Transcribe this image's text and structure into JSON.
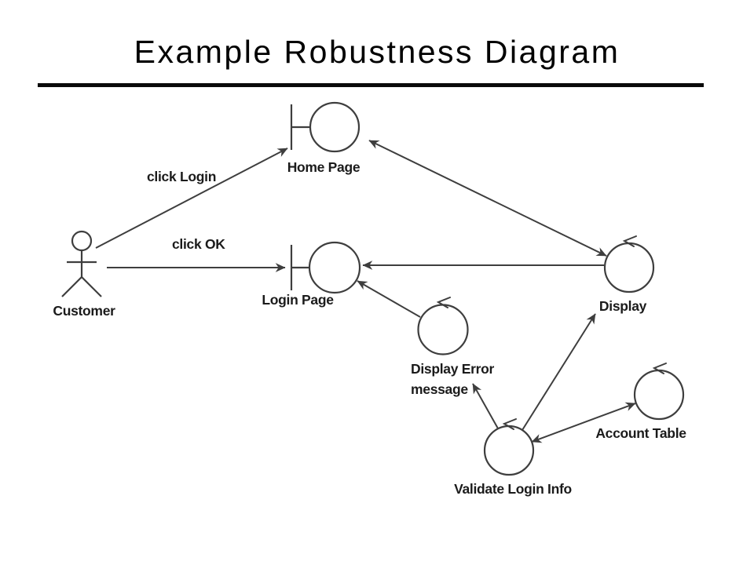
{
  "slide": {
    "title": "Example Robustness Diagram"
  },
  "diagram": {
    "actor": {
      "label": "Customer",
      "type": "actor"
    },
    "nodes": [
      {
        "label": "Home Page",
        "type": "boundary"
      },
      {
        "label": "Login Page",
        "type": "boundary"
      },
      {
        "label": "Display",
        "type": "control"
      },
      {
        "label": "Display Error message",
        "label_lines": [
          "Display Error",
          "message"
        ],
        "type": "control"
      },
      {
        "label": "Validate Login Info",
        "type": "control"
      },
      {
        "label": "Account Table",
        "type": "control"
      }
    ],
    "edges": [
      {
        "from": "Customer",
        "to": "Home Page",
        "label": "click Login",
        "direction": "one-way"
      },
      {
        "from": "Customer",
        "to": "Login Page",
        "label": "click OK",
        "direction": "one-way"
      },
      {
        "from": "Home Page",
        "to": "Display",
        "label": "",
        "direction": "two-way"
      },
      {
        "from": "Display",
        "to": "Login Page",
        "label": "",
        "direction": "one-way"
      },
      {
        "from": "Display Error message",
        "to": "Login Page",
        "label": "",
        "direction": "one-way"
      },
      {
        "from": "Validate Login Info",
        "to": "Display Error message",
        "label": "",
        "direction": "one-way"
      },
      {
        "from": "Validate Login Info",
        "to": "Display",
        "label": "",
        "direction": "one-way"
      },
      {
        "from": "Validate Login Info",
        "to": "Account Table",
        "label": "",
        "direction": "two-way"
      }
    ],
    "colors": {
      "background": "#ffffff",
      "line": "#3e3e3e",
      "text": "#1b1b1b",
      "rule": "#0a0a0a"
    }
  }
}
